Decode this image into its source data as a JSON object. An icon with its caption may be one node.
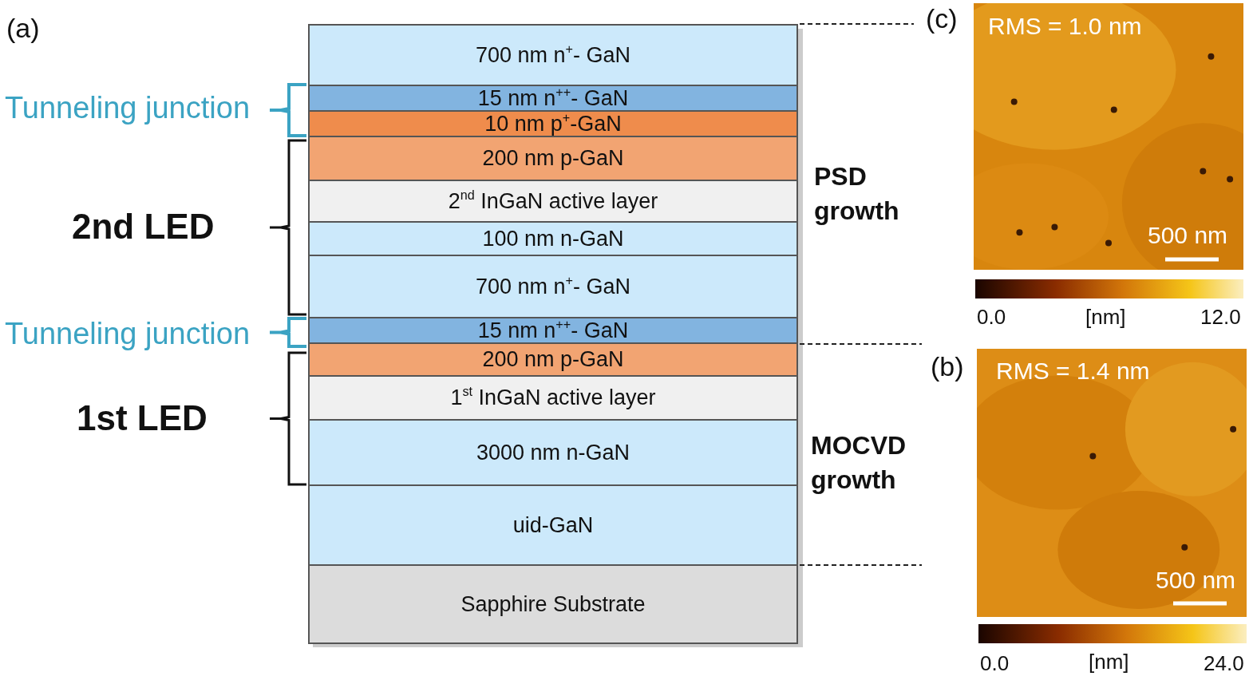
{
  "diagram": {
    "nodes": [
      {
        "text": [
          "700 nm n$^{+}$- GaN"
        ]
      },
      {
        "text": [
          "15 nm n$^{++}$- GaN"
        ]
      },
      {
        "text": [
          "10 nm p$^{+}$-GaN"
        ]
      },
      {
        "text": [
          "200 nm p-GaN"
        ]
      },
      {
        "text": [
          "2$^{nd}$ InGaN active layer"
        ]
      },
      {
        "text": [
          "100 nm n-GaN"
        ]
      },
      {
        "text": [
          "700 nm n$^{+}$- GaN"
        ]
      },
      {
        "text": [
          "15 nm n$^{++}$- GaN"
        ]
      },
      {
        "text": [
          "200 nm p-GaN"
        ]
      },
      {
        "text": [
          "1$^{st}$ InGaN active layer"
        ]
      },
      {
        "text": [
          "3000 nm n-GaN"
        ]
      },
      {
        "text": [
          "uid-GaN"
        ]
      },
      {
        "text": [
          "Sapphire Substrate"
        ]
      },
      {
        "text": [],
        "shape": "bar"
      },
      {
        "text": [],
        "shape": "bar"
      }
    ],
    "labels": [
      "(a)",
      "Tunneling junction",
      "2nd LED",
      "Tunneling junction",
      "1st LED",
      "PSD growth",
      "MOCVD growth",
      "(c)",
      "RMS = 1.0 nm",
      "500 nm",
      "0.0",
      "[nm]",
      "12.0",
      "(b)",
      "RMS = 1.4 nm",
      "500 nm",
      "0.0",
      "[nm]",
      "24.0"
    ]
  }
}
